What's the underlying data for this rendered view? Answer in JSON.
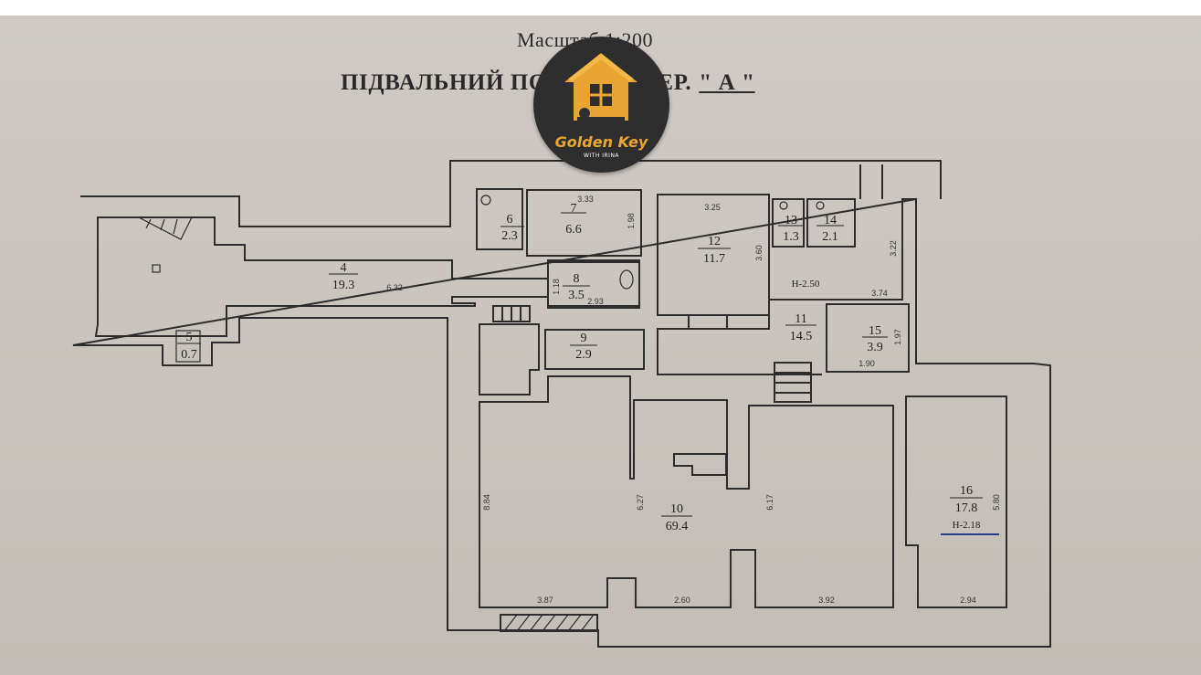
{
  "scale_label": "Масштаб 1:200",
  "title": "ПІДВАЛЬНИЙ ПОВЕРХ ЛІТЕР.",
  "litera": "\" А \"",
  "logo": {
    "name": "Golden Key",
    "subtitle": "WITH IRINA",
    "accent": "#e9a531",
    "icon": "house-key-icon"
  },
  "rooms": [
    {
      "no": "4",
      "area": "19.3"
    },
    {
      "no": "5",
      "area": "0.7"
    },
    {
      "no": "6",
      "area": "2.3"
    },
    {
      "no": "7",
      "area": "6.6"
    },
    {
      "no": "8",
      "area": "3.5"
    },
    {
      "no": "9",
      "area": "2.9"
    },
    {
      "no": "10",
      "area": "69.4"
    },
    {
      "no": "11",
      "area": "14.5"
    },
    {
      "no": "12",
      "area": "11.7"
    },
    {
      "no": "13",
      "area": "1.3"
    },
    {
      "no": "14",
      "area": "2.1"
    },
    {
      "no": "15",
      "area": "3.9"
    },
    {
      "no": "16",
      "area": "17.8"
    }
  ],
  "heights": {
    "rooms_11_12": "Н-2.50",
    "room_16": "Н-2.18"
  },
  "dimensions": {
    "r4_length": "6.32",
    "r7_width": "3.33",
    "r7_depth": "1.98",
    "r8_a": "1.18",
    "r8_b": "2.93",
    "r12_width": "3.25",
    "r12_depth": "3.60",
    "r11_right": "3.22",
    "r11_width": "3.74",
    "r15_depth": "1.97",
    "r15_width": "1.90",
    "r10_left": "8.84",
    "r10_mid": "6.27",
    "r10_right": "6.17",
    "r16_depth": "5.80",
    "bottom_1": "3.87",
    "bottom_2": "2.60",
    "bottom_3": "3.92",
    "bottom_4": "2.94"
  }
}
